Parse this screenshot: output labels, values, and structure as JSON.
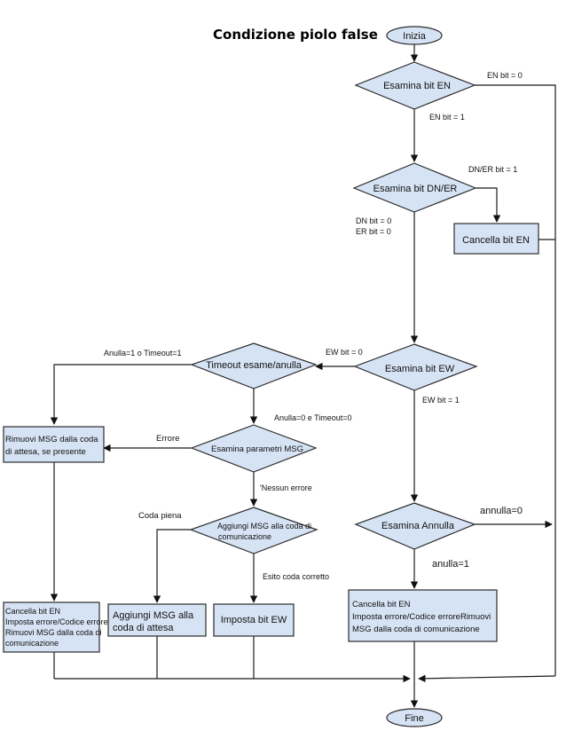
{
  "title": "Condizione piolo false",
  "nodes": {
    "start": "Inizia",
    "check_en": "Esamina bit EN",
    "check_dn_er": "Esamina bit DN/ER",
    "clear_en": "Cancella bit EN",
    "check_ew": "Esamina bit EW",
    "timeout": "Timeout esame/anulla",
    "check_params": "Esamina parametri MSG",
    "add_comm_line1": "Aggiungi MSG alla coda di",
    "add_comm_line2": "comunicazione",
    "remove_wait_line1": "Rimuovi MSG dalla coda",
    "remove_wait_line2": "di attesa, se presente",
    "check_cancel": "Esamina Annulla",
    "error_box_line1": "Cancella bit EN",
    "error_box_line2": "Imposta errore/Codice errore",
    "error_box_line3": "Rimuovi MSG dalla coda di",
    "error_box_line4": "comunicazione",
    "add_wait_line1": "Aggiungi MSG alla",
    "add_wait_line2": "coda di attesa",
    "set_ew": "Imposta bit EW",
    "cancel_box_line1": "Cancella bit EN",
    "cancel_box_line2": "Imposta errore/Codice erroreRimuovi",
    "cancel_box_line3": "MSG dalla coda di comunicazione",
    "end": "Fine"
  },
  "edges": {
    "en_0": "EN bit = 0",
    "en_1": "EN bit = 1",
    "dn_er_1": "DN/ER bit = 1",
    "dn_0": "DN bit = 0",
    "er_0": "ER bit = 0",
    "ew_0": "EW bit = 0",
    "ew_1": "EW bit = 1",
    "cancel_or_timeout": "Anulla=1 o Timeout=1",
    "no_cancel_timeout": "Anulla=0 e Timeout=0",
    "error": "Errore",
    "no_error": "'Nessun errore",
    "queue_full": "Coda piena",
    "queue_ok": "Esito coda corretto",
    "cancel_0": "annulla=0",
    "cancel_1": "anulla=1"
  }
}
